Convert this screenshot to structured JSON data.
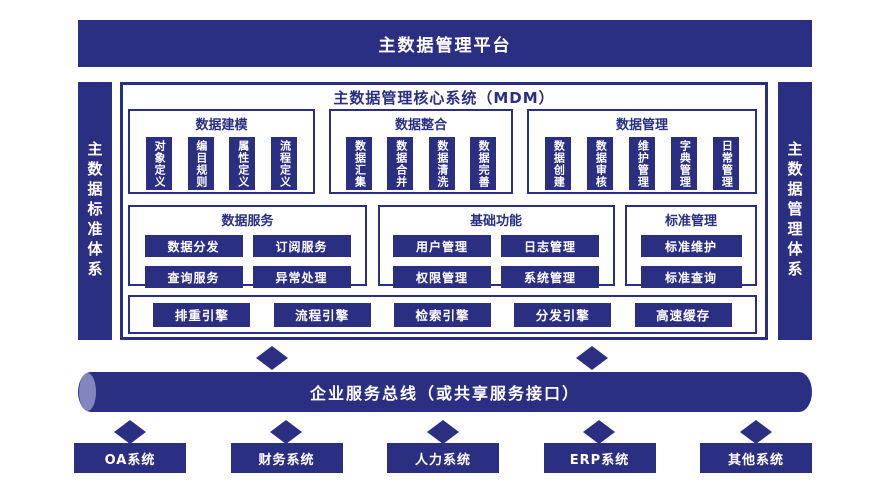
{
  "colors": {
    "navy": "#2A2F82",
    "cylinder_cap": "#8186BE",
    "background": "#FFFFFF"
  },
  "top_bar": {
    "title": "主数据管理平台"
  },
  "left_rail": {
    "label": "主数据标准体系"
  },
  "right_rail": {
    "label": "主数据管理体系"
  },
  "mdm": {
    "title": "主数据管理核心系统（MDM）",
    "groups_row1": [
      {
        "title": "数据建模",
        "items": [
          "对象定义",
          "编目规则",
          "属性定义",
          "流程定义"
        ]
      },
      {
        "title": "数据整合",
        "items": [
          "数据汇集",
          "数据合并",
          "数据清洗",
          "数据完善"
        ]
      },
      {
        "title": "数据管理",
        "items": [
          "数据创建",
          "数据审核",
          "维护管理",
          "字典管理",
          "日常管理"
        ]
      }
    ],
    "groups_row2": [
      {
        "title": "数据服务",
        "items": [
          "数据分发",
          "订阅服务",
          "查询服务",
          "异常处理"
        ]
      },
      {
        "title": "基础功能",
        "items": [
          "用户管理",
          "日志管理",
          "权限管理",
          "系统管理"
        ]
      },
      {
        "title": "标准管理",
        "items": [
          "标准维护",
          "标准查询"
        ]
      }
    ],
    "engines": [
      "排重引擎",
      "流程引擎",
      "检索引擎",
      "分发引擎",
      "高速缓存"
    ]
  },
  "esb": {
    "label": "企业服务总线（或共享服务接口）"
  },
  "systems": [
    "OA系统",
    "财务系统",
    "人力系统",
    "ERP系统",
    "其他系统"
  ]
}
